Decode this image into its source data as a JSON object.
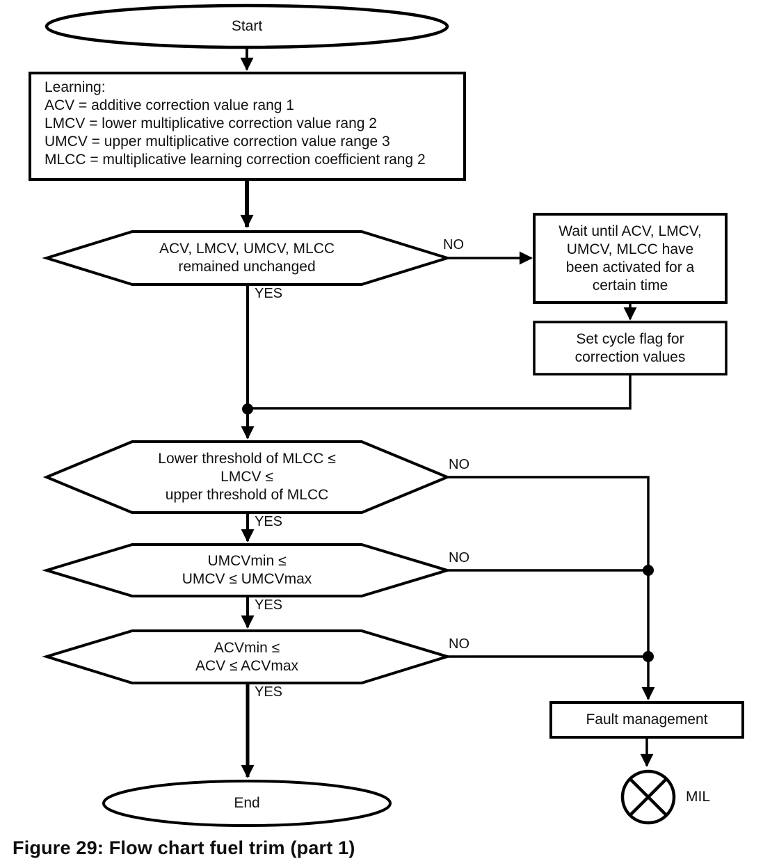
{
  "figure": {
    "caption": "Figure 29: Flow chart fuel trim (part 1)"
  },
  "labels": {
    "yes": "YES",
    "no": "NO"
  },
  "nodes": {
    "start": "Start",
    "learning": "Learning:\nACV = additive correction value rang 1\nLMCV = lower multiplicative correction value rang 2\nUMCV = upper multiplicative correction value range 3\nMLCC = multiplicative learning correction coefficient rang 2",
    "decision_unchanged": "ACV, LMCV, UMCV, MLCC\nremained unchanged",
    "wait": "Wait until ACV, LMCV,\nUMCV, MLCC have\nbeen activated for a\ncertain time",
    "set_cycle_flag": "Set cycle flag for\ncorrection values",
    "decision_mlcc": "Lower threshold of MLCC ≤\nLMCV ≤\nupper threshold of MLCC",
    "decision_umcv": "UMCVmin ≤\nUMCV ≤ UMCVmax",
    "decision_acv": "ACVmin ≤\nACV ≤ ACVmax",
    "fault_management": "Fault management",
    "mil": "MIL",
    "end": "End"
  },
  "colors": {
    "line": "#000000",
    "background": "#ffffff",
    "text": "#111111"
  }
}
